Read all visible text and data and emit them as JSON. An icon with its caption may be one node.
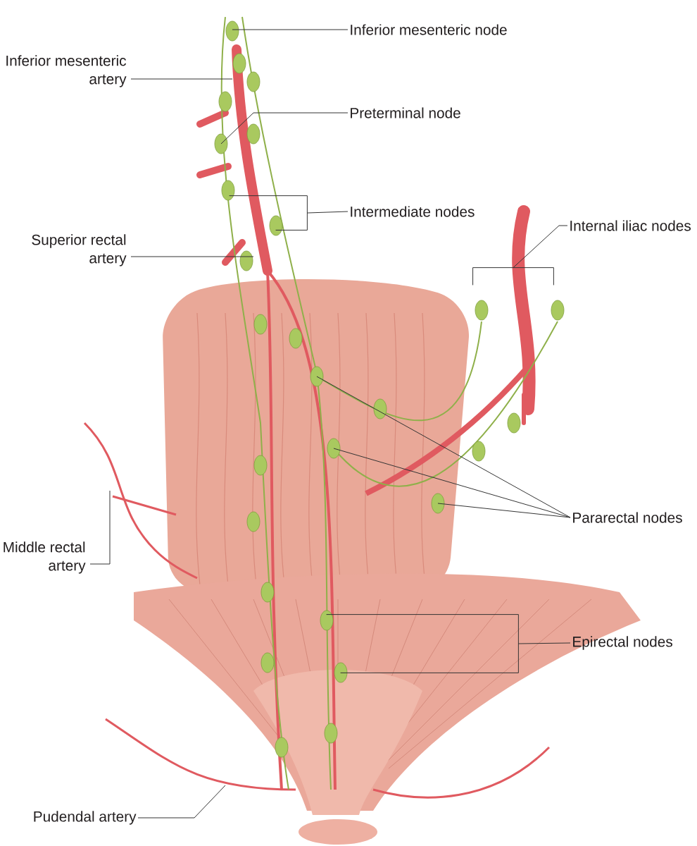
{
  "diagram": {
    "nodes": [
      {
        "text": [
          "Inferior mesenteric node"
        ]
      },
      {
        "text": [
          "Inferior mesenteric artery"
        ]
      },
      {
        "text": [
          "Preterminal node"
        ]
      },
      {
        "text": [
          "Intermediate nodes"
        ]
      },
      {
        "text": [
          "Superior rectal artery"
        ]
      },
      {
        "text": [
          "Internal iliac nodes"
        ]
      },
      {
        "text": [
          "Pararectal nodes"
        ]
      },
      {
        "text": [
          "Middle rectal artery"
        ]
      },
      {
        "text": [
          "Epirectal nodes"
        ]
      },
      {
        "text": [
          "Pudendal artery"
        ]
      },
      {
        "text": [],
        "shape": "bracket"
      },
      {
        "text": [],
        "shape": "bracket"
      },
      {
        "text": [],
        "shape": "bracket"
      }
    ],
    "edges": [
      {
        "from": 0,
        "to": null,
        "arrow": "none"
      },
      {
        "from": 1,
        "to": null,
        "arrow": "none"
      },
      {
        "from": 2,
        "to": null,
        "arrow": "none"
      },
      {
        "from": 3,
        "to": 10,
        "arrow": "none"
      },
      {
        "from": 4,
        "to": null,
        "arrow": "none"
      },
      {
        "from": 5,
        "to": 11,
        "arrow": "none"
      },
      {
        "from": 6,
        "to": null,
        "arrow": "none"
      },
      {
        "from": 6,
        "to": null,
        "arrow": "none"
      },
      {
        "from": 6,
        "to": null,
        "arrow": "none"
      },
      {
        "from": 7,
        "to": null,
        "arrow": "none"
      },
      {
        "from": 8,
        "to": 12,
        "arrow": "none"
      },
      {
        "from": 9,
        "to": null,
        "arrow": "none"
      }
    ]
  }
}
